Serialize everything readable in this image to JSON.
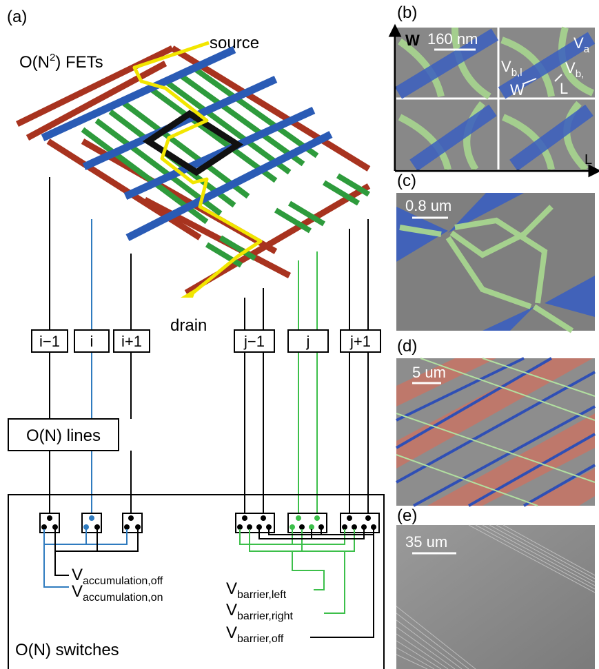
{
  "panel_labels": {
    "a": "(a)",
    "b": "(b)",
    "c": "(c)",
    "d": "(d)",
    "e": "(e)"
  },
  "diagram": {
    "title_fets_prefix": "O(N",
    "title_fets_sup": "2",
    "title_fets_suffix": ") FETs",
    "source": "source",
    "drain": "drain",
    "gate_boxes": [
      "i−1",
      "i",
      "i+1",
      "j−1",
      "j",
      "j+1"
    ],
    "lines_box": "O(N) lines",
    "switches_label": "O(N) switches",
    "voltages": [
      {
        "main": "V",
        "sub": "accumulation,off"
      },
      {
        "main": "V",
        "sub": "accumulation,on"
      },
      {
        "main": "V",
        "sub": "barrier,left"
      },
      {
        "main": "V",
        "sub": "barrier,right"
      },
      {
        "main": "V",
        "sub": "barrier,off"
      }
    ]
  },
  "panel_b": {
    "scale": "160 nm",
    "axis_w": "W",
    "axis_l": "L",
    "labels": {
      "va_main": "V",
      "va_sub": "a",
      "vbl_main": "V",
      "vbl_sub": "b,l",
      "vbr_main": "V",
      "vbr_sub": "b,",
      "w": "W",
      "l": "L"
    }
  },
  "panel_c": {
    "scale": "0.8 um"
  },
  "panel_d": {
    "scale": "5 um"
  },
  "panel_e": {
    "scale": "35 um"
  },
  "colors": {
    "accumulation": "#2a5bb5",
    "barrier": "#2e9b3c",
    "ohmic": "#a8331f",
    "current_path": "#f2e600",
    "line_blue": "#2f7bbf",
    "line_green": "#3cbf4a",
    "sem_gray": "#8c8c8c"
  }
}
